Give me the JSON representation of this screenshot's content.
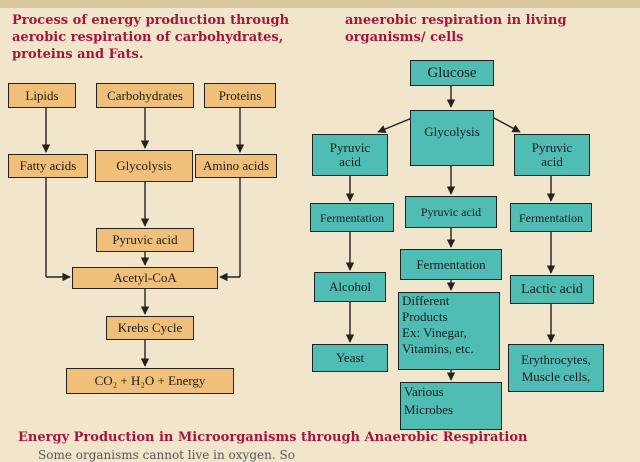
{
  "left_title": [
    "Process of energy production through",
    "aerobic respiration of carbohydrates,",
    "proteins and Fats."
  ],
  "right_title": [
    "aneerobic respiration in living",
    "organisms/ cells"
  ],
  "aerobic": {
    "lipids": "Lipids",
    "carbohydrates": "Carbohydrates",
    "proteins": "Proteins",
    "fatty_acids": "Fatty acids",
    "glycolysis": "Glycolysis",
    "amino_acids": "Amino acids",
    "pyruvic_acid": "Pyruvic acid",
    "acetyl_coa": "Acetyl-CoA",
    "krebs_cycle": "Krebs Cycle",
    "energy_line": "CO₂ + H₂O + Energy"
  },
  "anaerobic": {
    "glucose": "Glucose",
    "pyruvic_left": [
      "Pyruvic",
      "acid"
    ],
    "glycolysis": "Glycolysis",
    "pyruvic_right": [
      "Pyruvic",
      "acid"
    ],
    "fermentation_left": "Fermentation",
    "pyruvic_center": "Pyruvic acid",
    "fermentation_right": "Fermentation",
    "fermentation_center": "Fermentation",
    "alcohol": "Alcohol",
    "products": [
      "Different",
      "Products",
      "Ex: Vinegar,",
      "Vitamins, etc."
    ],
    "lactic_acid": "Lactic acid",
    "yeast": "Yeast",
    "erythrocytes": [
      "Erythrocytes,",
      "Muscle cells,"
    ],
    "microbes": [
      "Various",
      "Microbes"
    ]
  },
  "footer": "Energy Production in Microorganisms through Anaerobic Respiration",
  "footer_cut": "Some organisms cannot live in oxygen. So"
}
